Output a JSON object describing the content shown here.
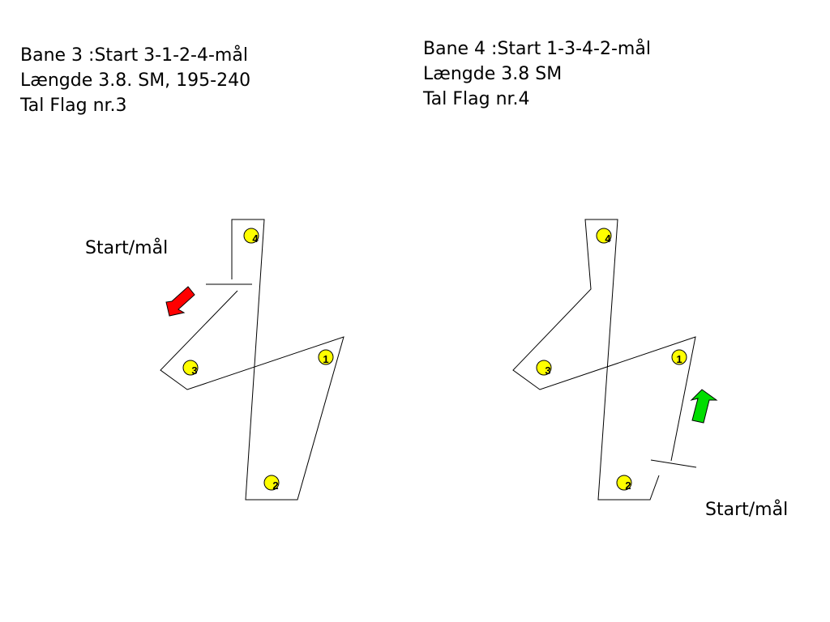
{
  "course3": {
    "lines": [
      "Bane 3 :Start 3-1-2-4-mål",
      "Længde 3.8. SM, 195-240",
      "Tal Flag nr.3"
    ],
    "start_label": "Start/mål",
    "arrow_color": "#ff0000",
    "flags": [
      "4",
      "3",
      "1",
      "2"
    ]
  },
  "course4": {
    "lines": [
      "Bane 4 :Start 1-3-4-2-mål",
      "Længde 3.8 SM",
      "Tal Flag nr.4"
    ],
    "start_label": "Start/mål",
    "arrow_color": "#00dd00",
    "flags": [
      "4",
      "3",
      "1",
      "2"
    ]
  },
  "colors": {
    "flag_fill": "#ffff00",
    "line": "#000000"
  }
}
